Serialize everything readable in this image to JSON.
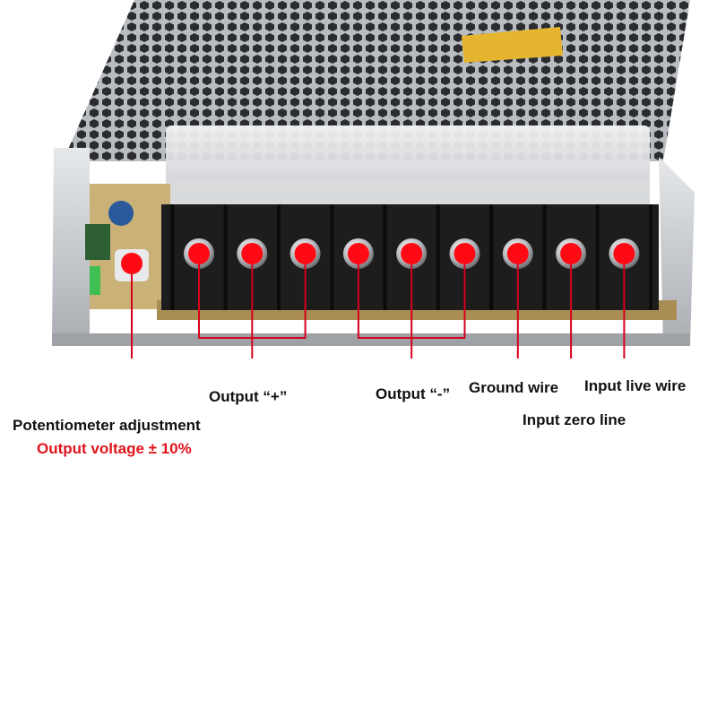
{
  "colors": {
    "marker": "#ff0a14",
    "leader_line": "#d6001c",
    "label_text": "#111111",
    "highlight_text": "#e0141b",
    "terminal_block": "#1d1d1d",
    "casing": "#c9ccd0"
  },
  "labels": {
    "output_plus": "Output “+”",
    "output_minus": "Output “-”",
    "ground_wire": "Ground wire",
    "input_live_wire": "Input live wire",
    "input_zero_line": "Input zero line",
    "potentiometer": "Potentiometer adjustment",
    "output_voltage": "Output voltage ± 10%"
  },
  "terminal_count": 9
}
